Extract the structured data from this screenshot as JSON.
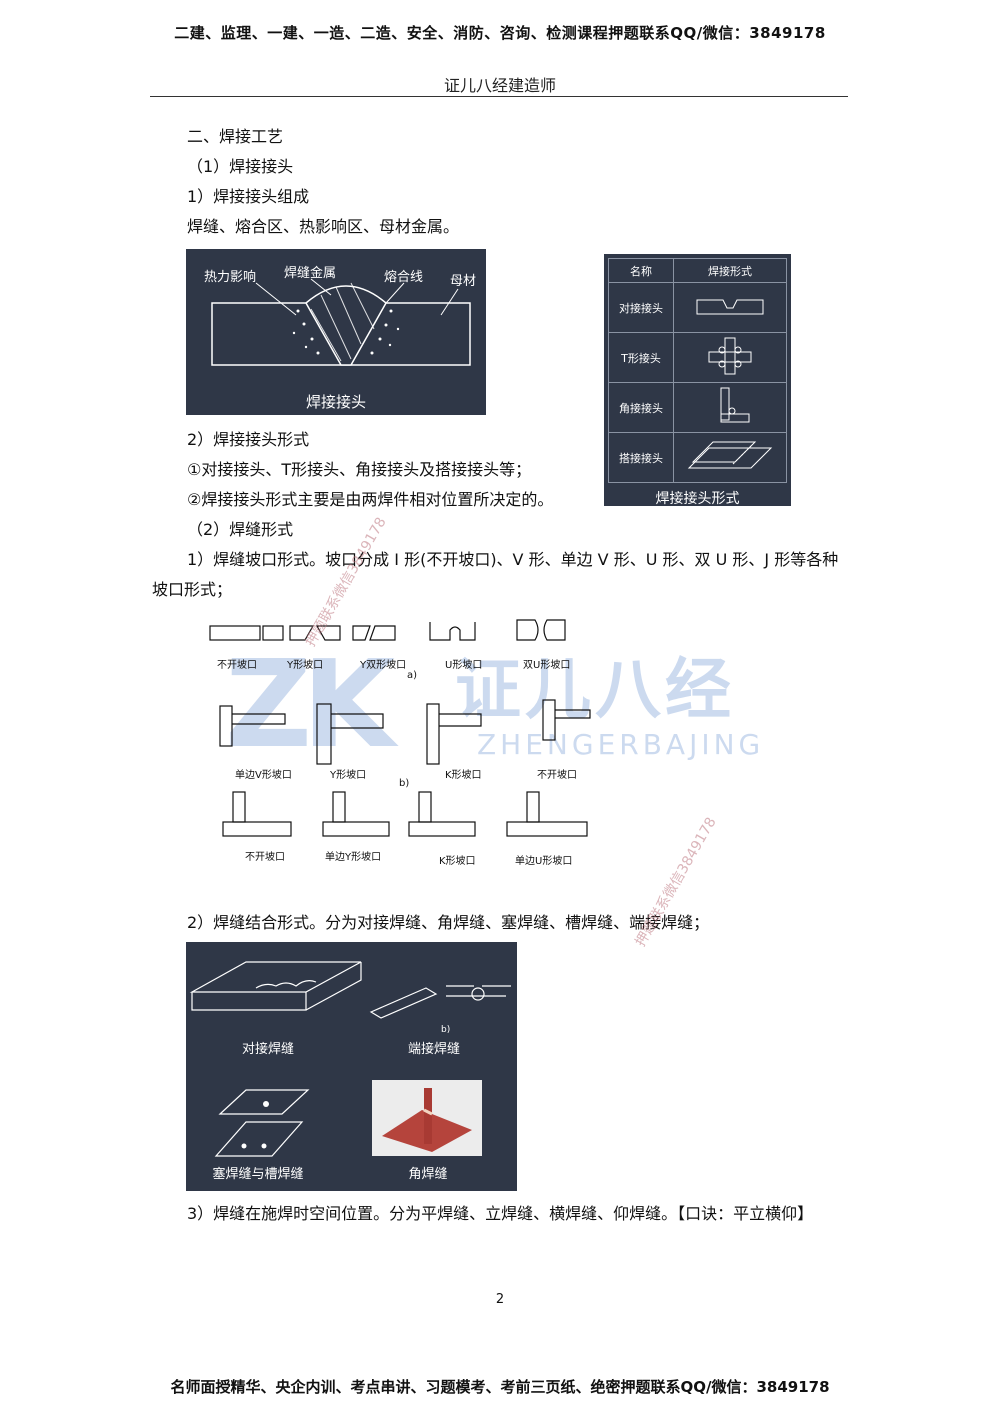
{
  "header": {
    "banner": "二建、监理、一建、一造、二造、安全、消防、咨询、检测课程押题联系QQ/微信：3849178",
    "title": "证儿八经建造师"
  },
  "content": {
    "section_title": "二、焊接工艺",
    "sub1": "（1）焊接接头",
    "item1": "1）焊接接头组成",
    "item1_text": "焊缝、熔合区、热影响区、母材金属。",
    "item2": "2）焊接接头形式",
    "item2_a": "①对接接头、T形接头、角接接头及搭接接头等；",
    "item2_b": "②焊接接头形式主要是由两焊件相对位置所决定的。",
    "sub2": "（2）焊缝形式",
    "groove_para": "1）焊缝坡口形式。坡口分成 I 形(不开坡口)、V 形、单边 V 形、U 形、双 U 形、J 形等各种坡口形式；",
    "joint_para": "2）焊缝结合形式。分为对接焊缝、角焊缝、塞焊缝、槽焊缝、端接焊缝；",
    "position_para": "3）焊缝在施焊时空间位置。分为平焊缝、立焊缝、横焊缝、仰焊缝。【口诀：平立横仰】"
  },
  "fig_joint": {
    "labels": [
      "热力影响",
      "焊缝金属",
      "熔合线",
      "母材"
    ],
    "caption": "焊接接头"
  },
  "fig_joint_forms": {
    "header": [
      "名称",
      "焊接形式"
    ],
    "rows": [
      "对接接头",
      "T形接头",
      "角接接头",
      "搭接接头"
    ],
    "caption": "焊接接头形式"
  },
  "fig_groove": {
    "row1": [
      "不开坡口",
      "Y形坡口",
      "Y双形坡口",
      "U形坡口",
      "双U形坡口"
    ],
    "row2": [
      "单边V形坡口",
      "Y形坡口",
      "K形坡口",
      "不开坡口"
    ],
    "row3": [
      "不开坡口",
      "单边Y形坡口",
      "K形坡口",
      "单边U形坡口"
    ],
    "tags": [
      "a)",
      "b)"
    ],
    "watermark_cn": "证儿八经",
    "watermark_en": "ZHENGERBAJING",
    "watermark_logo": "ZK"
  },
  "fig_seams": {
    "labels": [
      "对接焊缝",
      "端接焊缝",
      "塞焊缝与槽焊缝",
      "角焊缝"
    ],
    "tag": "b)"
  },
  "page_number": "2",
  "footer": {
    "banner": "名师面授精华、央企内训、考点串讲、习题模考、考前三页纸、绝密押题联系QQ/微信：3849178"
  },
  "watermarks": {
    "wm1": "押题联系微信3849178",
    "wm2": "押题联系微信3849178"
  }
}
